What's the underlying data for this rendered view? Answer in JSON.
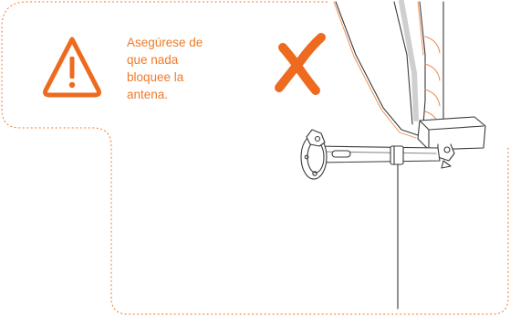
{
  "warning": {
    "lines": [
      "Asegúrese de",
      "que nada",
      "bloquee la",
      "antena."
    ],
    "icon": "warning-triangle-icon",
    "accent_color": "#ee7a2a"
  },
  "illustration": {
    "forbidden_mark_icon": "cross-mark-icon",
    "forbidden_mark_color": "#ee6a1f",
    "subject": "camera-antenna-mount-icon"
  }
}
